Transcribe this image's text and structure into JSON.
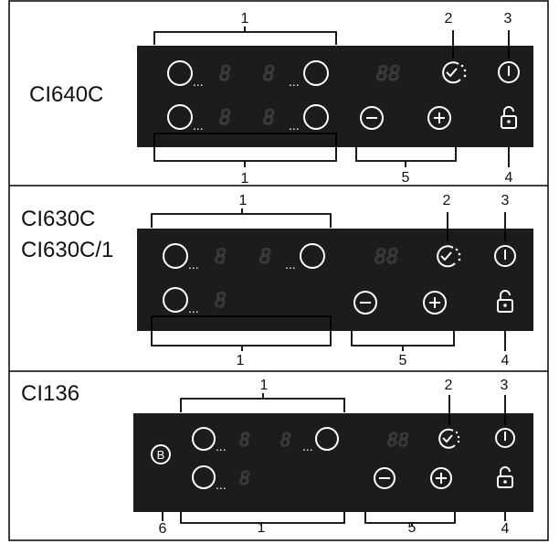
{
  "sections": [
    {
      "models": [
        "CI640C"
      ],
      "callouts": {
        "top_zones": "1",
        "bottom_zones": "1",
        "timer": "2",
        "power": "3",
        "lock": "4",
        "plus_minus": "5"
      }
    },
    {
      "models": [
        "CI630C",
        "CI630C/1"
      ],
      "callouts": {
        "top_zones": "1",
        "bottom_zones": "1",
        "timer": "2",
        "power": "3",
        "lock": "4",
        "plus_minus": "5"
      }
    },
    {
      "models": [
        "CI136"
      ],
      "callouts": {
        "top_zones": "1",
        "bottom_zones": "1",
        "timer": "2",
        "power": "3",
        "lock": "4",
        "plus_minus": "5",
        "booster": "6"
      }
    }
  ],
  "panel": {
    "digit": "8",
    "timer_digits": "88",
    "dots": "...",
    "booster_letter": "B",
    "panel_color": "#1c1c1c",
    "symbol_color": "#ffffff"
  }
}
